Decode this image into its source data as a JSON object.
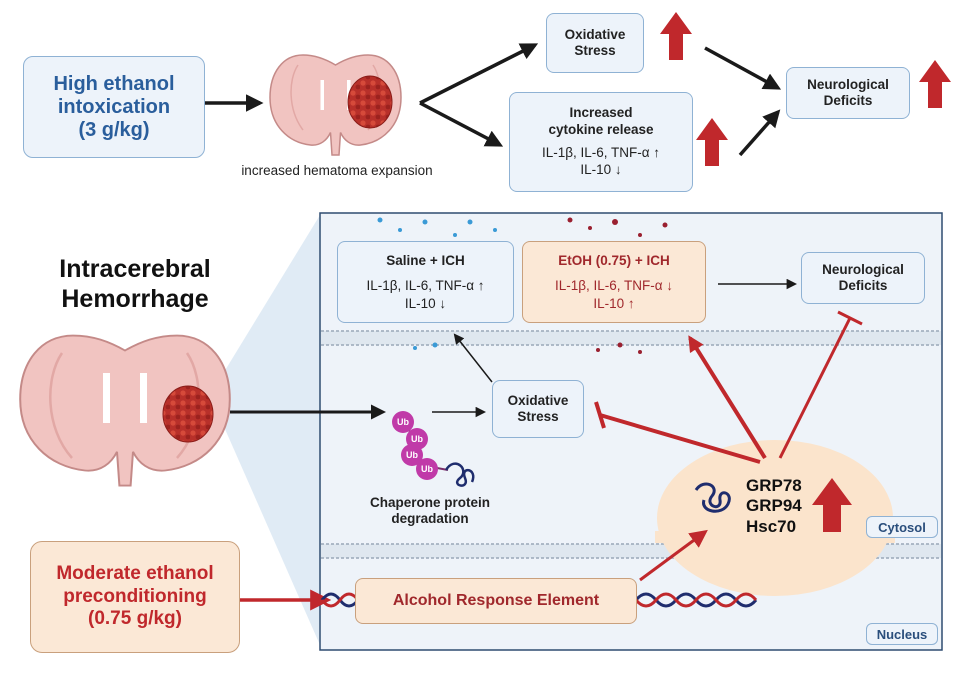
{
  "top": {
    "high_ethanol": {
      "line1": "High ethanol",
      "line2": "intoxication",
      "line3": "(3 g/kg)"
    },
    "hematoma_caption": "increased hematoma expansion",
    "oxidative_stress": {
      "line1": "Oxidative",
      "line2": "Stress"
    },
    "cytokine": {
      "title1": "Increased",
      "title2": "cytokine release",
      "line1": "IL-1β, IL-6, TNF-α ↑",
      "line2": "IL-10 ↓"
    },
    "neuro_deficits": {
      "line1": "Neurological",
      "line2": "Deficits"
    }
  },
  "ich": {
    "title1": "Intracerebral",
    "title2": "Hemorrhage"
  },
  "panel": {
    "saline": {
      "title": "Saline + ICH",
      "line1": "IL-1β, IL-6, TNF-α ↑",
      "line2": "IL-10 ↓"
    },
    "etoh": {
      "title": "EtOH (0.75) + ICH",
      "line1": "IL-1β, IL-6, TNF-α ↓",
      "line2": "IL-10 ↑"
    },
    "neuro_deficits": {
      "line1": "Neurological",
      "line2": "Deficits"
    },
    "oxidative_stress": {
      "line1": "Oxidative",
      "line2": "Stress"
    },
    "ub_label": "Ub",
    "chaperone_degradation": {
      "line1": "Chaperone protein",
      "line2": "degradation"
    },
    "chaperones": {
      "grp78": "GRP78",
      "grp94": "GRP94",
      "hsc70": "Hsc70"
    },
    "cytosol": "Cytosol",
    "nucleus": "Nucleus",
    "are": "Alcohol Response Element"
  },
  "moderate_ethanol": {
    "line1": "Moderate ethanol",
    "line2": "preconditioning",
    "line3": "(0.75 g/kg)"
  },
  "colors": {
    "red": "#c0282c",
    "blue_text": "#2a5e9c",
    "dark_red_text": "#a0282c",
    "arrow_black": "#1a1a1a"
  }
}
